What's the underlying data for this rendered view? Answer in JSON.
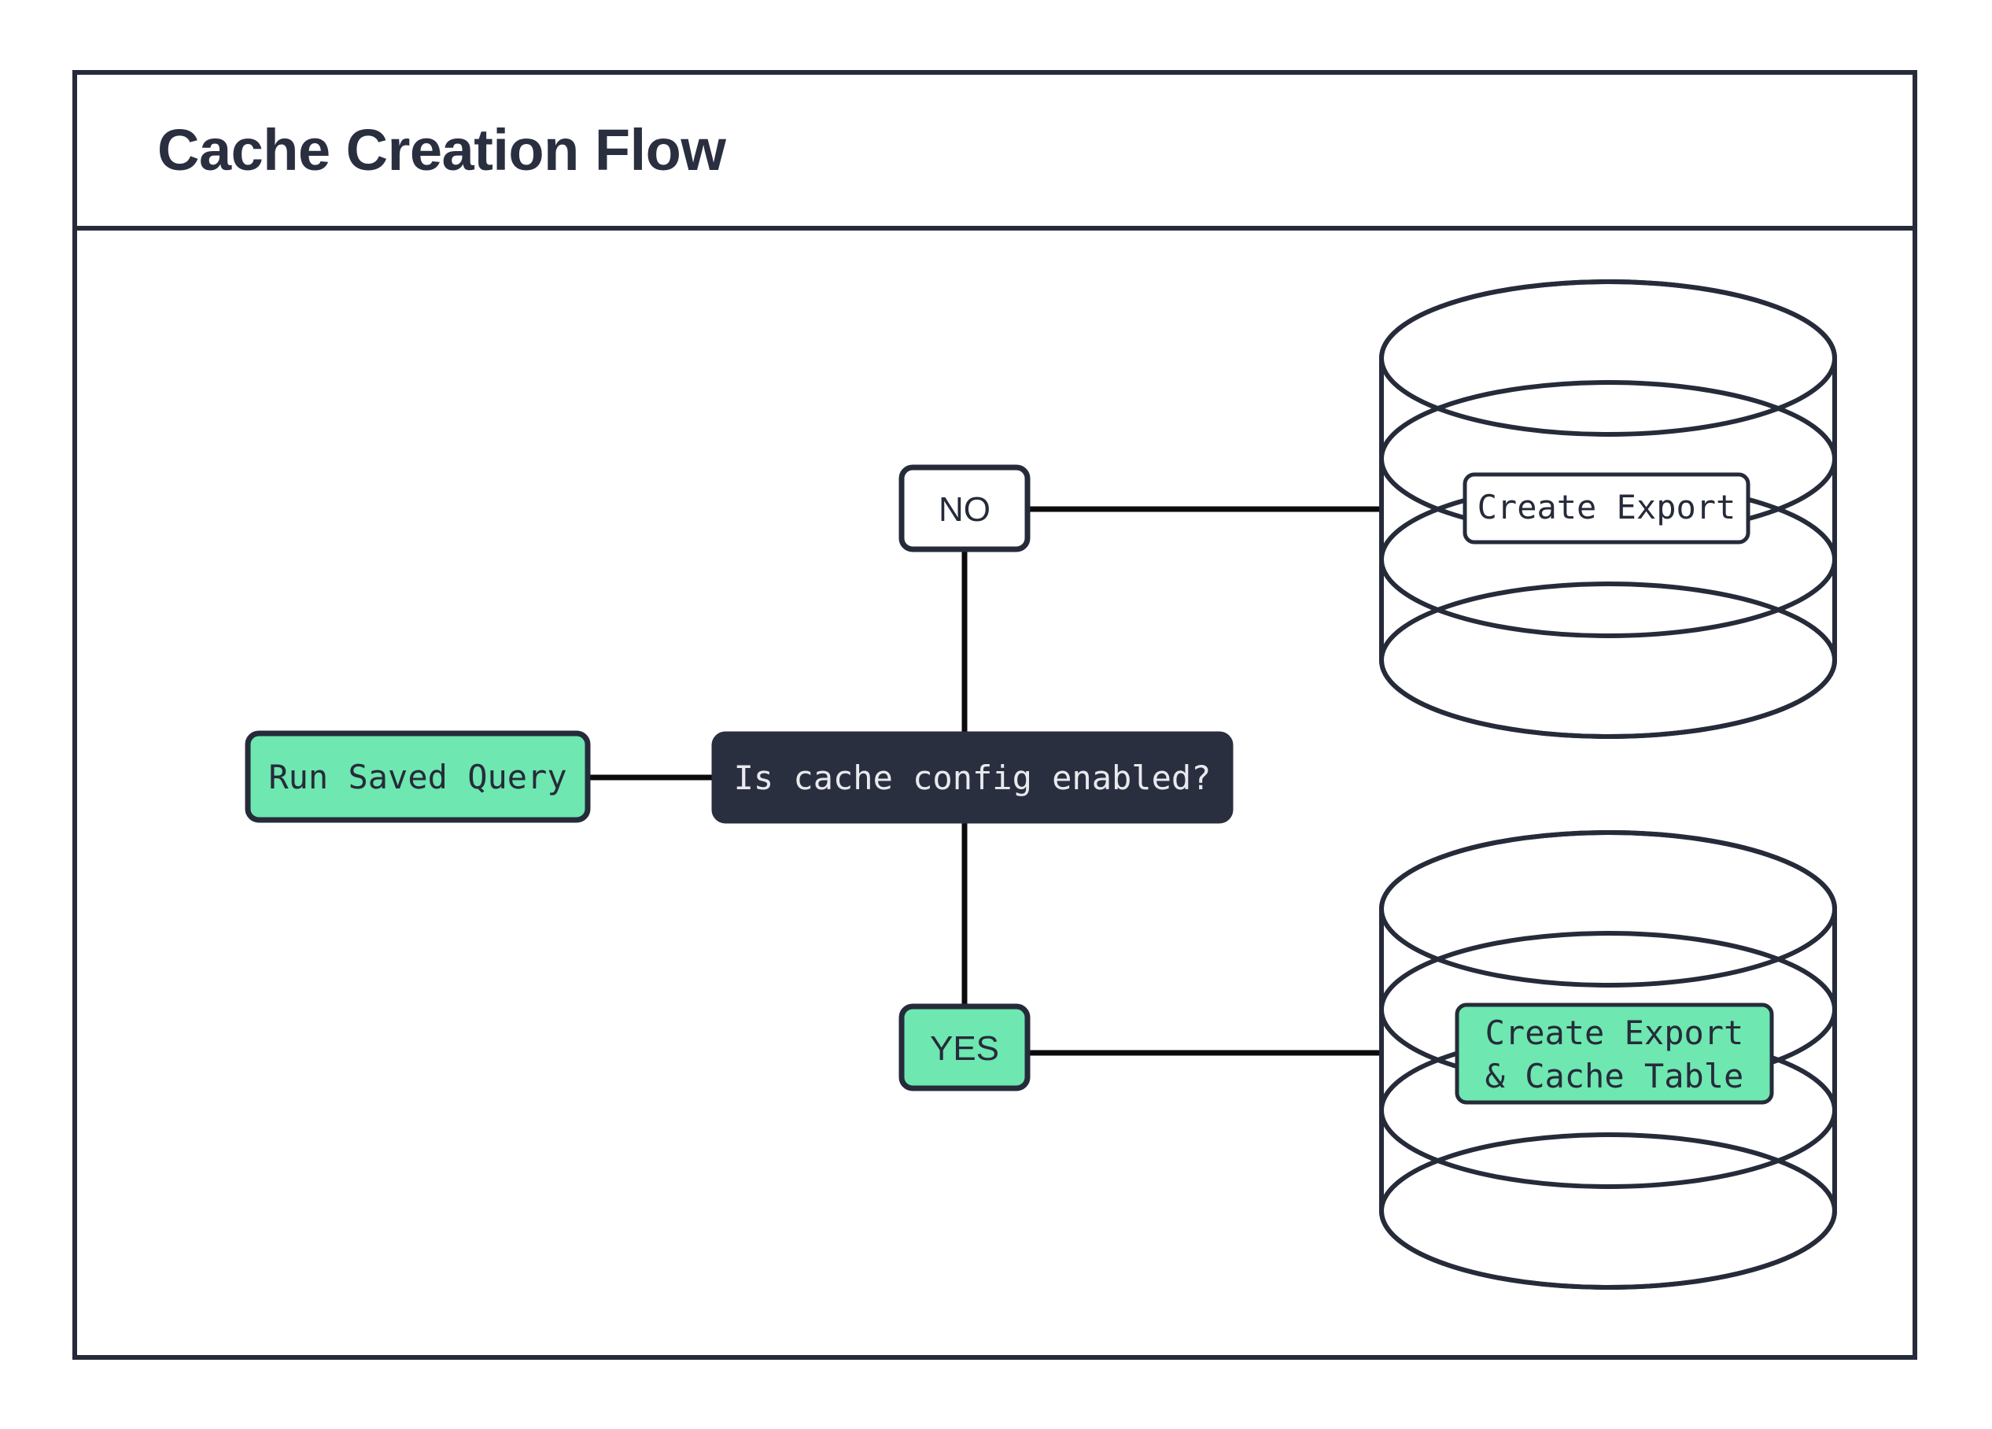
{
  "frame": {
    "title": "Cache Creation Flow",
    "border_color": "#262b3a",
    "background": "#ffffff"
  },
  "palette": {
    "dark_navy": "#262b3a",
    "accent_green": "#6ee7b0",
    "light_text": "#e9eaee",
    "connector": "#0b0b0d"
  },
  "diagram": {
    "type": "flowchart",
    "nodes": [
      {
        "id": "run-saved-query",
        "label": "Run Saved Query",
        "shape": "rounded-rect",
        "fill": "#6ee7b0",
        "text_color": "#262b3a"
      },
      {
        "id": "is-cache-config-enabled",
        "label": "Is cache config enabled?",
        "shape": "rounded-rect",
        "fill": "#2a2f40",
        "text_color": "#e9eaee"
      },
      {
        "id": "branch-no",
        "label": "NO",
        "shape": "rounded-rect",
        "fill": "#ffffff",
        "text_color": "#262b3a"
      },
      {
        "id": "branch-yes",
        "label": "YES",
        "shape": "rounded-rect",
        "fill": "#6ee7b0",
        "text_color": "#262b3a"
      },
      {
        "id": "create-export-db",
        "label": "Create Export",
        "shape": "database-cylinder",
        "fill": "#ffffff",
        "text_color": "#262b3a"
      },
      {
        "id": "create-export-cache-table-db",
        "label_line1": "Create Export",
        "label_line2": "& Cache Table",
        "shape": "database-cylinder",
        "fill": "#6ee7b0",
        "text_color": "#262b3a"
      }
    ],
    "edges": [
      {
        "from": "run-saved-query",
        "to": "is-cache-config-enabled",
        "label": ""
      },
      {
        "from": "is-cache-config-enabled",
        "to": "branch-no",
        "label": ""
      },
      {
        "from": "is-cache-config-enabled",
        "to": "branch-yes",
        "label": ""
      },
      {
        "from": "branch-no",
        "to": "create-export-db",
        "label": ""
      },
      {
        "from": "branch-yes",
        "to": "create-export-cache-table-db",
        "label": ""
      }
    ]
  }
}
